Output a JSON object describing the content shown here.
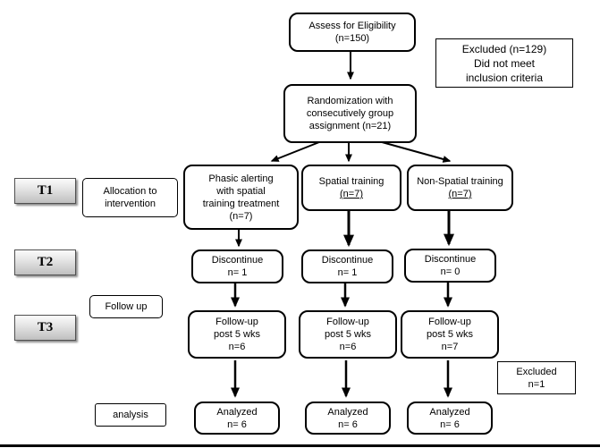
{
  "figure": {
    "nodes": {
      "assess": "Assess for Eligibility\n(n=150)",
      "excluded_top": "Excluded (n=129)\nDid not meet\ninclusion criteria",
      "randomization": "Randomization with\nconsecutively group\nassignment (n=21)",
      "phasic": "Phasic alerting\nwith spatial\ntraining treatment\n(n=7)",
      "spatial_label": "Spatial training",
      "spatial_n": "(n=7)",
      "nonspatial_label": "Non-Spatial training",
      "nonspatial_n": "(n=7)",
      "t1": "T1",
      "t2": "T2",
      "t3": "T3",
      "allocation": "Allocation to\nintervention",
      "discontinue_1": "Discontinue\nn= 1",
      "discontinue_2": "Discontinue\nn= 1",
      "discontinue_3": "Discontinue\nn= 0",
      "followup_label": "Follow up",
      "followup_1": "Follow-up\npost 5 wks\nn=6",
      "followup_2": "Follow-up\npost 5 wks\nn=6",
      "followup_3": "Follow-up\npost 5 wks\nn=7",
      "excluded_bottom": "Excluded\nn=1",
      "analysis_label": "analysis",
      "analyzed_1": "Analyzed\nn= 6",
      "analyzed_2": "Analyzed\nn= 6",
      "analyzed_3": "Analyzed\nn= 6"
    },
    "colors": {
      "box_border": "#000000",
      "box_fill": "#ffffff",
      "arrow": "#000000",
      "stage_gradient_top": "#fbfbfb",
      "stage_gradient_bottom": "#bfbfbf"
    }
  }
}
